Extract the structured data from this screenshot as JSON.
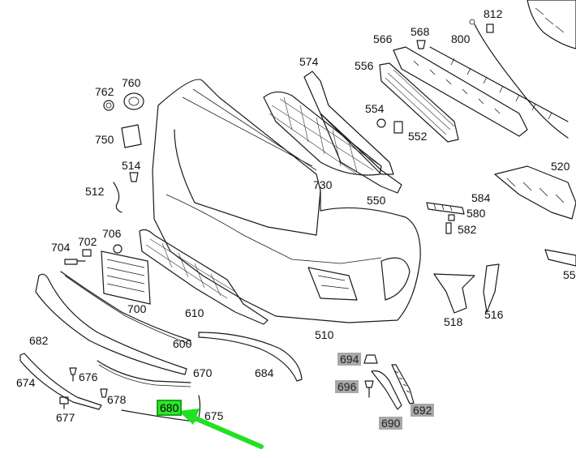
{
  "labels": {
    "l812": "812",
    "l568": "568",
    "l566": "566",
    "l800": "800",
    "l574": "574",
    "l556": "556",
    "l554": "554",
    "l552": "552",
    "l762": "762",
    "l760": "760",
    "l750": "750",
    "l514": "514",
    "l512": "512",
    "l730": "730",
    "l550": "550",
    "l520": "520",
    "l584": "584",
    "l580": "580",
    "l582": "582",
    "l55": "55",
    "l704": "704",
    "l702": "702",
    "l706": "706",
    "l700": "700",
    "l610": "610",
    "l518": "518",
    "l516": "516",
    "l682": "682",
    "l600": "600",
    "l510": "510",
    "l670": "670",
    "l684": "684",
    "l674": "674",
    "l676": "676",
    "l678": "678",
    "l677": "677",
    "l680": "680",
    "l675": "675",
    "l694": "694",
    "l696": "696",
    "l692": "692",
    "l690": "690"
  },
  "colors": {
    "highlight": "#2ce62c",
    "arrow": "#22e022",
    "grey_tag": "#a8a8a8"
  }
}
